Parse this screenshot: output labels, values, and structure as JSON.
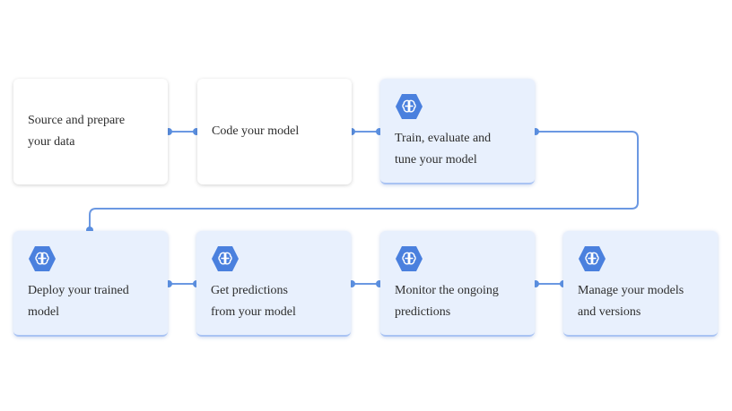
{
  "steps": [
    {
      "label": "Source and prepare\nyour data",
      "highlighted": false
    },
    {
      "label": "Code your model",
      "highlighted": false
    },
    {
      "label": "Train, evaluate and\ntune your model",
      "highlighted": true,
      "icon": "brain-hexagon-icon"
    },
    {
      "label": "Deploy your trained\nmodel",
      "highlighted": true,
      "icon": "brain-hexagon-icon"
    },
    {
      "label": "Get predictions\nfrom your model",
      "highlighted": true,
      "icon": "brain-hexagon-icon"
    },
    {
      "label": "Monitor the ongoing\npredictions",
      "highlighted": true,
      "icon": "brain-hexagon-icon"
    },
    {
      "label": "Manage your models\nand versions",
      "highlighted": true,
      "icon": "brain-hexagon-icon"
    }
  ],
  "colors": {
    "connector": "#5b8fe0",
    "icon_fill": "#4a80de",
    "highlight_bg": "#e8f0fd"
  }
}
